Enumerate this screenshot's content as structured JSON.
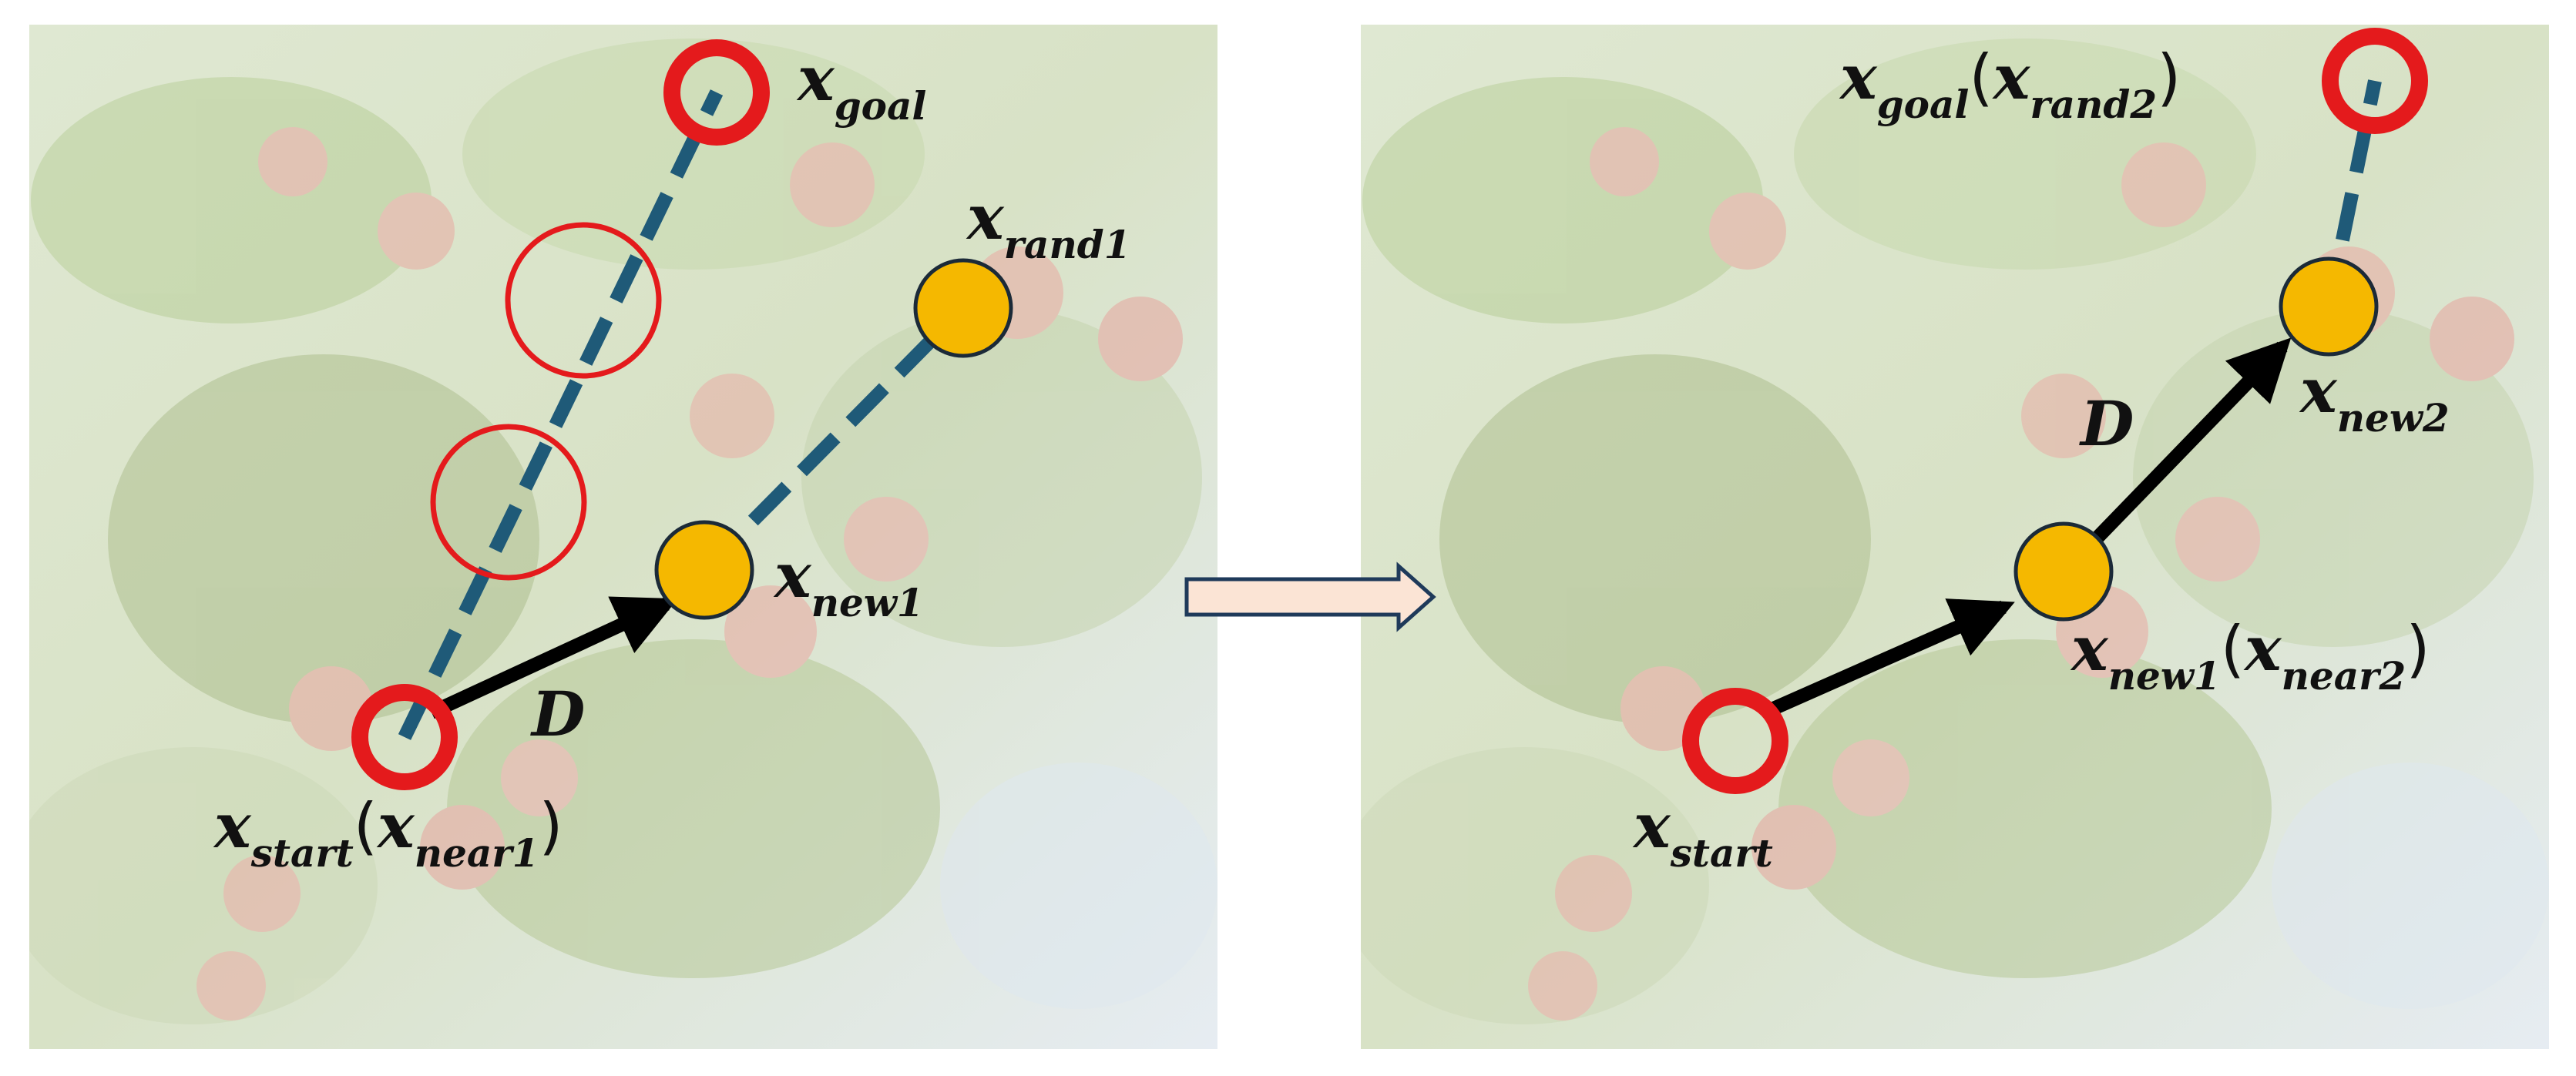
{
  "left_panel": {
    "goal_label": {
      "base": "x",
      "sub": "goal"
    },
    "rand_label": {
      "base": "x",
      "sub": "rand1"
    },
    "new_label": {
      "base": "x",
      "sub": "new1"
    },
    "start_label": {
      "base": "x",
      "sub": "start",
      "paren_open": "(",
      "base2": "x",
      "sub2": "near1",
      "paren_close": ")"
    },
    "step_label": "D"
  },
  "right_panel": {
    "goal_label": {
      "base": "x",
      "sub": "goal",
      "paren_open": "(",
      "base2": "x",
      "sub2": "rand2",
      "paren_close": ")"
    },
    "new2_label": {
      "base": "x",
      "sub": "new2"
    },
    "new1_label": {
      "base": "x",
      "sub": "new1",
      "paren_open": "(",
      "base2": "x",
      "sub2": "near2",
      "paren_close": ")"
    },
    "start_label": {
      "base": "x",
      "sub": "start"
    },
    "step_label": "D"
  },
  "colors": {
    "obstacle_circle": "#e41a1c",
    "node_fill": "#f5b800",
    "dashed_line": "#1f5a78",
    "arrow": "#000000",
    "transition_arrow_fill": "#fbe4d5"
  }
}
